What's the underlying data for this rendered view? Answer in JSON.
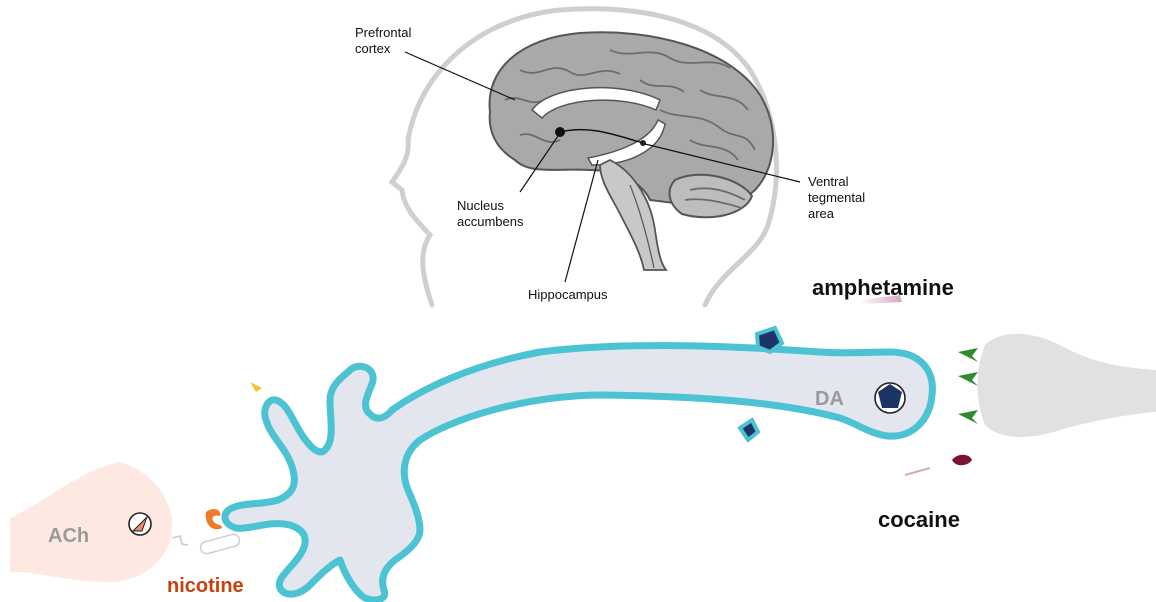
{
  "brain_labels": {
    "prefrontal_1": "Prefrontal",
    "prefrontal_2": "cortex",
    "nucleus_1": "Nucleus",
    "nucleus_2": "accumbens",
    "ventral_1": "Ventral",
    "ventral_2": "tegmental",
    "ventral_3": "area",
    "hippocampus": "Hippocampus"
  },
  "drug_labels": {
    "amphetamine": "amphetamine",
    "cocaine": "cocaine",
    "nicotine": "nicotine"
  },
  "neurotransmitters": {
    "dopamine": "DA",
    "acetylcholine": "ACh"
  },
  "colors": {
    "brain_fill": "#a9a9a9",
    "neuron_outline": "#4cc3d2",
    "neuron_fill": "#e4e6ef",
    "nicotine_text": "#c8400c",
    "neurotransmitter_text": "#9a9a9a",
    "drug_text": "#111111",
    "receptor_green": "#2e8b2e",
    "dopamine_vesicle": "#1d3566",
    "cocaine_molecule": "#7a1238",
    "postsynaptic": "#e1e1e1",
    "presynaptic_ach": "#fde9e1"
  }
}
